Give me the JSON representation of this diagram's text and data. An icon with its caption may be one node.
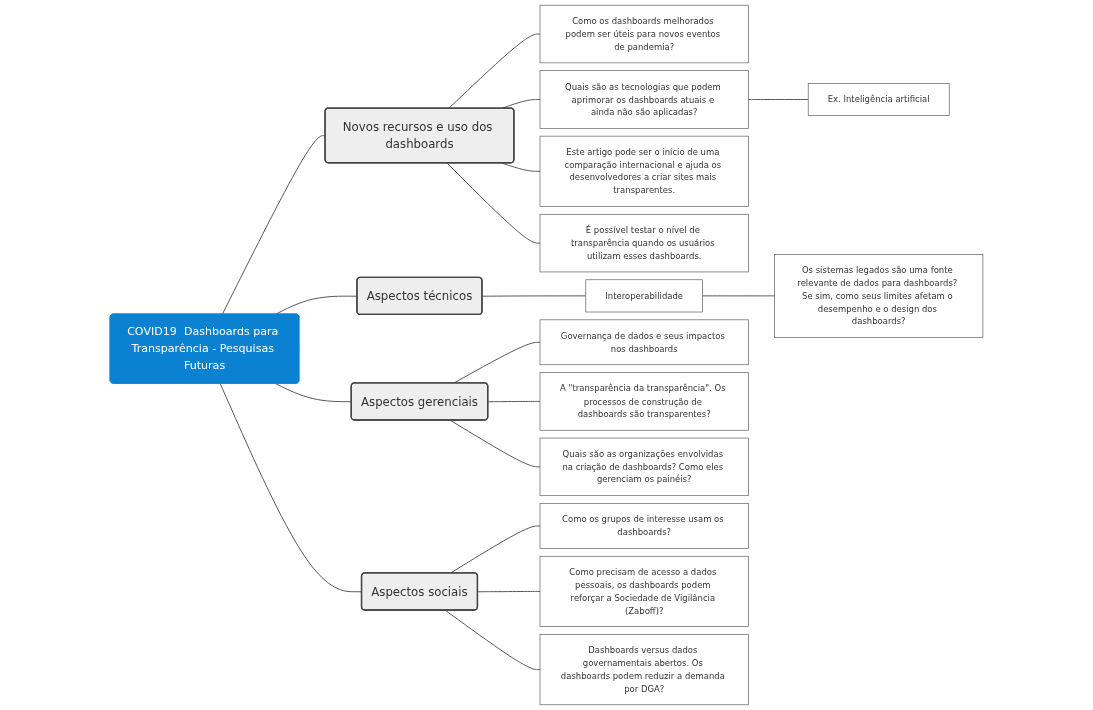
{
  "diagram": {
    "nodes": [
      {
        "text": [
          "COVID19  Dashboards para Transparência - Pesquisas Futuras"
        ]
      },
      {
        "text": [
          "Novos recursos e uso dos dashboards"
        ]
      },
      {
        "text": [
          "Como os dashboards melhorados podem ser úteis para novos eventos de pandemia?"
        ]
      },
      {
        "text": [
          "Quais são as tecnologias que podem aprimorar os dashboards atuais e ainda não são aplicadas?"
        ]
      },
      {
        "text": [
          "Ex. Inteligência artificial"
        ]
      },
      {
        "text": [
          "Este artigo pode ser o início de uma comparação internacional e ajuda os desenvolvedores a criar sites mais transparentes."
        ]
      },
      {
        "text": [
          "É possível testar o nível de transparência quando os usuários utilizam esses dashboards."
        ]
      },
      {
        "text": [
          "Aspectos técnicos"
        ]
      },
      {
        "text": [
          "Interoperabilidade"
        ]
      },
      {
        "text": [
          "Os sistemas legados são uma fonte relevante de dados para dashboards? Se sim, como seus limites afetam o desempenho e o design dos dashboards?"
        ]
      },
      {
        "text": [
          "Aspectos gerenciais"
        ]
      },
      {
        "text": [
          "Governança de dados e seus impactos nos dashboards"
        ]
      },
      {
        "text": [
          "A \"transparência da transparência\". Os processos de construção de dashboards são transparentes?"
        ]
      },
      {
        "text": [
          "Quais são as organizações envolvidas na criação de dashboards? Como eles gerenciam os painéis?"
        ]
      },
      {
        "text": [
          "Aspectos sociais"
        ]
      },
      {
        "text": [
          "Como os grupos de interesse usam os dashboards?"
        ]
      },
      {
        "text": [
          "Como precisam de acesso a dados pessoais, os dashboards podem reforçar a Sociedade de Vigilância (Zaboff)?"
        ]
      },
      {
        "text": [
          "Dashboards versus dados governamentais abertos. Os dashboards podem reduzir a demanda por DGA?"
        ]
      }
    ],
    "edges": [
      {
        "from": 0,
        "to": 1,
        "arrow": "none"
      },
      {
        "from": 1,
        "to": 2,
        "arrow": "none"
      },
      {
        "from": 1,
        "to": 3,
        "arrow": "none"
      },
      {
        "from": 3,
        "to": 4,
        "arrow": "none"
      },
      {
        "from": 1,
        "to": 5,
        "arrow": "none"
      },
      {
        "from": 1,
        "to": 6,
        "arrow": "none"
      },
      {
        "from": 0,
        "to": 7,
        "arrow": "none"
      },
      {
        "from": 7,
        "to": 8,
        "arrow": "none"
      },
      {
        "from": 8,
        "to": 9,
        "arrow": "none"
      },
      {
        "from": 0,
        "to": 10,
        "arrow": "none"
      },
      {
        "from": 10,
        "to": 11,
        "arrow": "none"
      },
      {
        "from": 10,
        "to": 12,
        "arrow": "none"
      },
      {
        "from": 10,
        "to": 13,
        "arrow": "none"
      },
      {
        "from": 0,
        "to": 14,
        "arrow": "none"
      },
      {
        "from": 14,
        "to": 15,
        "arrow": "none"
      },
      {
        "from": 14,
        "to": 16,
        "arrow": "none"
      },
      {
        "from": 14,
        "to": 17,
        "arrow": "none"
      }
    ]
  }
}
